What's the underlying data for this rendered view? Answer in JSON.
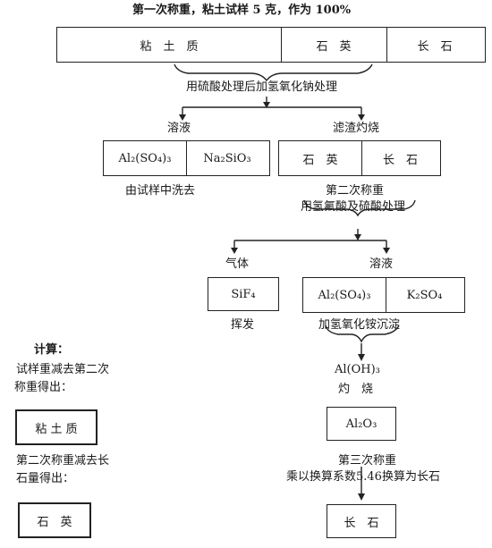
{
  "header": "第一次称重，粘土试样 5 克，作为 100%",
  "row1": {
    "clay": "粘　土　质",
    "quartz": "石　英",
    "feldspar": "长　石"
  },
  "step1": "用硫酸处理后加氢氧化钠处理",
  "left": {
    "label": "溶液",
    "al_sulfate": "Al₂(SO₄)₃",
    "na_silicate": "Na₂SiO₃",
    "note": "由试样中洗去"
  },
  "right": {
    "label": "滤渣灼烧",
    "quartz": "石　英",
    "feldspar": "长　石",
    "weigh2": "第二次称重",
    "step2": "用氢氟酸及硫酸处理"
  },
  "gas": {
    "label": "气体",
    "formula": "SiF₄",
    "note": "挥发"
  },
  "solution2": {
    "label": "溶液",
    "al_sulfate": "Al₂(SO₄)₃",
    "k_sulfate": "K₂SO₄",
    "step3": "加氢氧化铵沉淀"
  },
  "chain": {
    "hydroxide": "Al(OH)₃",
    "burn": "灼　烧",
    "oxide": "Al₂O₃",
    "weigh3": "第三次称重",
    "multiply": "乘以换算系数5.46换算为长石",
    "feldspar": "长　石"
  },
  "calc": {
    "title": "计算：",
    "line1": "试样重减去第二次",
    "line2": "称重得出：",
    "clay": "粘 土 质",
    "line3": "第二次称重减去长",
    "line4": "石量得出：",
    "quartz": "石　英"
  }
}
